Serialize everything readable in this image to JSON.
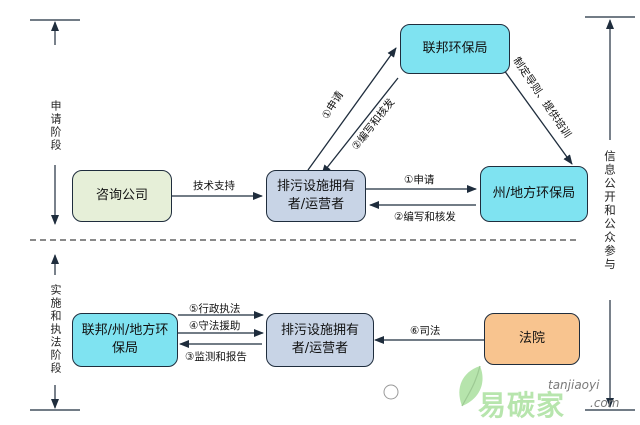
{
  "phases": {
    "application": "申请阶段",
    "enforcement": "实施和执法阶段"
  },
  "right_side": "信息公开和公众参与",
  "nodes": {
    "federal_epa": "联邦环保局",
    "consultant": "咨询公司",
    "operator_top": "排污设施拥有者/运营者",
    "state_epa_top": "州/地方环保局",
    "state_epa_bottom": "联邦/州/地方环保局",
    "operator_bottom": "排污设施拥有者/运营者",
    "court": "法院"
  },
  "edges": {
    "tech_support": "技术支持",
    "apply_federal": "①申请",
    "issue_federal": "②编写和核发",
    "guidance": "制定导则、提供培训",
    "apply_state": "①申请",
    "issue_state": "②编写和核发",
    "admin_enforce": "⑤行政执法",
    "compliance_help": "④守法援助",
    "monitor_report": "③监测和报告",
    "judicial": "⑥司法"
  },
  "watermark": {
    "handle": "tanjiaoyi",
    "brand": "易碳家",
    "domain": ".com"
  },
  "colors": {
    "cyan": "#7fe3f1",
    "green": "#e6efd8",
    "bluegray": "#c8d4e6",
    "orange": "#f8c48f",
    "line": "#1f2d3d"
  }
}
